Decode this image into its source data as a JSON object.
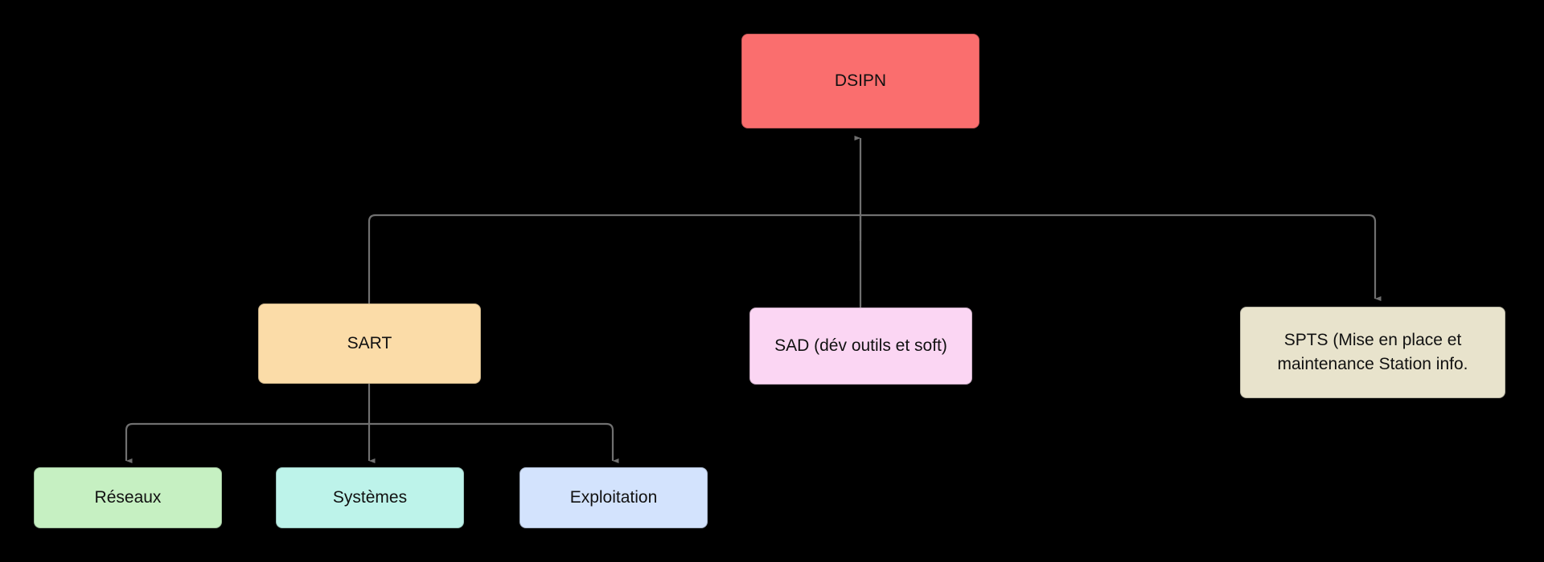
{
  "diagram": {
    "title": "Organigramme DSIPN",
    "background_color": "#000000",
    "edge_color": "#707070",
    "text_color": "#111111",
    "nodes": {
      "dsipn": {
        "label": "DSIPN",
        "color": "#FA6E6E"
      },
      "sart": {
        "label": "SART",
        "color": "#FBDCA8"
      },
      "sad": {
        "label": "SAD (dév outils et soft)",
        "color": "#FBD6F3"
      },
      "spts": {
        "label": "SPTS (Mise en place et\nmaintenance Station info.",
        "color": "#E8E3CC"
      },
      "reseaux": {
        "label": "Réseaux",
        "color": "#C6F0C2"
      },
      "systemes": {
        "label": "Systèmes",
        "color": "#BDF3EA"
      },
      "exploitation": {
        "label": "Exploitation",
        "color": "#D3E3FD"
      }
    },
    "edges": [
      {
        "name": "sart-to-dsipn",
        "from": "sart",
        "to": "dsipn",
        "arrow": "up"
      },
      {
        "name": "sad-to-dsipn",
        "from": "sad",
        "to": "dsipn",
        "arrow": "none"
      },
      {
        "name": "spts-from-bus",
        "from": "dsipn",
        "to": "spts",
        "arrow": "down"
      },
      {
        "name": "sart-to-reseaux",
        "from": "sart",
        "to": "reseaux",
        "arrow": "down"
      },
      {
        "name": "sart-to-systemes",
        "from": "sart",
        "to": "systemes",
        "arrow": "down"
      },
      {
        "name": "sart-to-exploitation",
        "from": "sart",
        "to": "exploitation",
        "arrow": "down"
      }
    ]
  }
}
